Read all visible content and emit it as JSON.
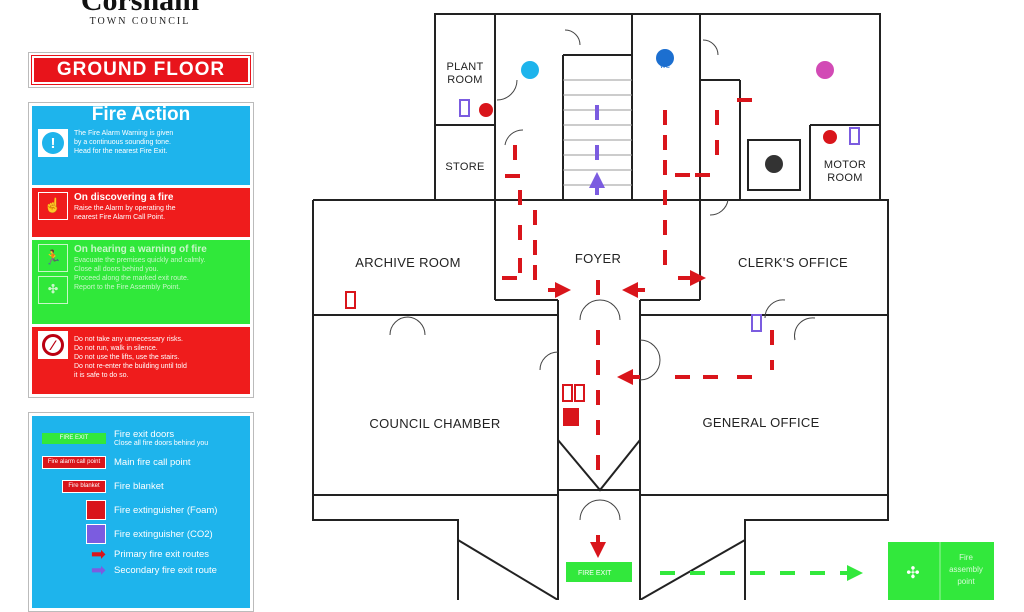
{
  "logo": {
    "name": "Corsham",
    "subtitle": "TOWN COUNCIL"
  },
  "floor_label": "GROUND FLOOR",
  "fire_action": {
    "title": "Fire Action",
    "warning": [
      "The Fire Alarm Warning is given",
      "by a continuous sounding tone.",
      "Head for the nearest Fire Exit."
    ],
    "discover_title": "On discovering a fire",
    "discover_text": [
      "Raise the Alarm by operating the",
      "nearest Fire Alarm Call Point."
    ],
    "hearing_title": "On hearing a warning of fire",
    "hearing_text": [
      "Evacuate the premises quickly and calmly.",
      "Close all doors behind you.",
      "Proceed along the marked exit route.",
      "Report to the Fire Assembly Point."
    ],
    "rules": [
      "Do not take any unnecessary risks.",
      "Do not run, walk in silence.",
      "Do not use the lifts, use the stairs.",
      "Do not re-enter the building until told",
      "it is safe to do so."
    ]
  },
  "legend": [
    {
      "label": "Fire exit doors",
      "sub": "Close all fire doors behind you",
      "tag": "FIRE EXIT"
    },
    {
      "label": "Main fire call point",
      "tag": "Fire alarm call point"
    },
    {
      "label": "Fire blanket",
      "tag": "Fire blanket"
    },
    {
      "label": "Fire extinguisher (Foam)"
    },
    {
      "label": "Fire extinguisher (CO2)"
    },
    {
      "label": "Primary fire exit routes"
    },
    {
      "label": "Secondary fire exit route"
    }
  ],
  "rooms": {
    "plant_room": [
      "PLANT",
      "ROOM"
    ],
    "store": "STORE",
    "motor_room": [
      "MOTOR",
      "ROOM"
    ],
    "archive_room": "ARCHIVE ROOM",
    "foyer": "FOYER",
    "clerks_office": "CLERK'S OFFICE",
    "council_chamber": "COUNCIL CHAMBER",
    "general_office": "GENERAL OFFICE",
    "wc": "WC"
  },
  "exit_sign": "FIRE EXIT",
  "assembly_point": [
    "Fire",
    "assembly",
    "point"
  ],
  "colors": {
    "primary_route": "#d9151b",
    "secondary_route": "#7b5ce0",
    "exit_green": "#32e83c",
    "info_blue": "#1eb4ec"
  }
}
